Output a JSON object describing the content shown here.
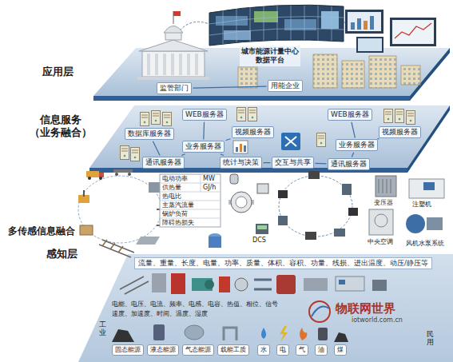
{
  "diagram": {
    "nodes": [
      {
        "text": [
          "应用层"
        ]
      },
      {
        "text": [
          "城市能源计量中心数据平台"
        ],
        "in": 0
      },
      {
        "text": [
          "监管部门"
        ],
        "in": 0
      },
      {
        "text": [
          "用能企业"
        ],
        "in": 0
      },
      {
        "text": [
          "信息服务 （业务融合）"
        ]
      },
      {
        "text": [
          "数据库服务器"
        ],
        "in": 4
      },
      {
        "text": [
          "WEB服务器"
        ],
        "in": 4
      },
      {
        "text": [
          "视频服务器"
        ],
        "in": 4
      },
      {
        "text": [
          "业务服务器"
        ],
        "in": 4
      },
      {
        "text": [
          "通讯服务器"
        ],
        "in": 4
      },
      {
        "text": [
          "统计与决策"
        ],
        "in": 4
      },
      {
        "text": [
          "交互与共享"
        ],
        "in": 4
      },
      {
        "text": [
          "WEB服务器"
        ],
        "in": 4
      },
      {
        "text": [
          "视频服务器"
        ],
        "in": 4
      },
      {
        "text": [
          "业务服务器"
        ],
        "in": 4
      },
      {
        "text": [
          "通讯服务器"
        ],
        "in": 4
      },
      {
        "text": [
          "感知层"
        ]
      },
      {
        "text": [
          "流量、重量、长度、电量、功率、质量、体积、容积、功量、线损、进出温度、动压/静压等"
        ],
        "in": 16
      },
      {
        "text": [
          "固态能源"
        ],
        "in": 16
      },
      {
        "text": [
          "液态能源"
        ],
        "in": 16
      },
      {
        "text": [
          "气态能源"
        ],
        "in": 16
      },
      {
        "text": [
          "载能工质"
        ],
        "in": 16
      },
      {
        "text": [
          "水"
        ],
        "in": 16
      },
      {
        "text": [
          "电"
        ],
        "in": 16
      },
      {
        "text": [
          "气"
        ],
        "in": 16
      },
      {
        "text": [
          "油"
        ],
        "in": 16
      },
      {
        "text": [
          "煤"
        ],
        "in": 16
      }
    ],
    "edges": [
      {
        "from": 2,
        "to": 3,
        "arrow": "none"
      },
      {
        "from": 5,
        "to": 9,
        "arrow": "none"
      },
      {
        "from": 6,
        "to": 8,
        "arrow": "none"
      },
      {
        "from": 7,
        "to": 8,
        "arrow": "none"
      },
      {
        "from": 8,
        "to": 9,
        "arrow": "none"
      },
      {
        "from": 8,
        "to": 10,
        "arrow": "none"
      },
      {
        "from": 10,
        "to": 11,
        "arrow": "none"
      },
      {
        "from": 11,
        "to": 15,
        "arrow": "none"
      },
      {
        "from": 15,
        "to": 14,
        "arrow": "none"
      },
      {
        "from": 14,
        "to": 12,
        "arrow": "none"
      },
      {
        "from": 14,
        "to": 13,
        "arrow": "none"
      }
    ],
    "labels": [
      "电动功率",
      "MW",
      "供热量",
      "GJ/h",
      "热电比",
      "主蒸汽流量",
      "锅炉负荷",
      "障碍热损失",
      "多传感信息融合",
      "变压器",
      "注塑机",
      "中央空调",
      "风机水泵系统",
      "DCS",
      "电能、电压、电流、频率、电感、电容、热值、相位、信号",
      "速度、加速度、时间、温度、湿度",
      "工业",
      "民用",
      "物联网世界",
      "iotworld.com.cn"
    ]
  }
}
